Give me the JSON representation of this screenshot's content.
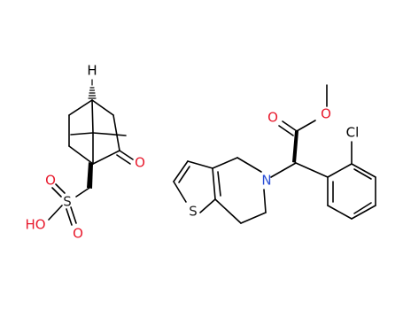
{
  "colors": {
    "oxygen": "#e8192c",
    "nitrogen": "#2a4fd6",
    "sulfur": "#222222",
    "chlorine": "#000000",
    "bond": "#000000"
  },
  "camphorsulfonic_acid": {
    "atoms": {
      "h": "H",
      "o_ketone": "O",
      "o_sulfonyl_top": "O",
      "s": "S",
      "o_sulfonyl_bottom": "O",
      "hydroxyl": "HO"
    }
  },
  "clopidogrel": {
    "atoms": {
      "s_thiophene": "S",
      "n": "N",
      "o_carbonyl": "O",
      "o_ester": "O",
      "cl": "Cl"
    }
  }
}
